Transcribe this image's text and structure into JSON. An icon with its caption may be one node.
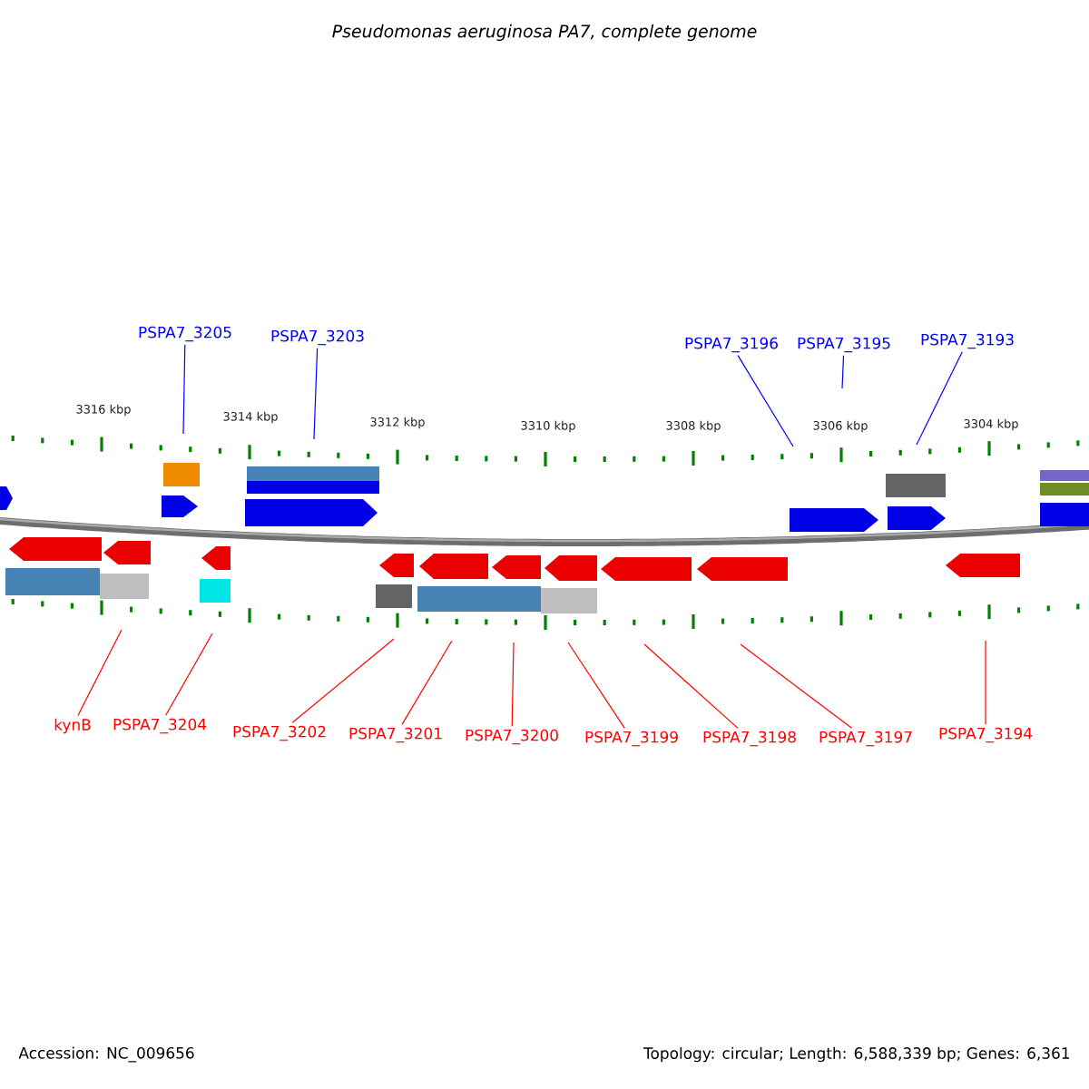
{
  "diagram": {
    "title": "Pseudomonas aeruginosa PA7, complete genome",
    "nodes": [
      {
        "text": [
          "PSPA7_3205"
        ]
      },
      {
        "text": [
          "PSPA7_3203"
        ]
      },
      {
        "text": [
          "PSPA7_3196"
        ]
      },
      {
        "text": [
          "PSPA7_3195"
        ]
      },
      {
        "text": [
          "PSPA7_3193"
        ]
      },
      {
        "text": [
          "kynB"
        ]
      },
      {
        "text": [
          "PSPA7_3204"
        ]
      },
      {
        "text": [
          "PSPA7_3202"
        ]
      },
      {
        "text": [
          "PSPA7_3201"
        ]
      },
      {
        "text": [
          "PSPA7_3200"
        ]
      },
      {
        "text": [
          "PSPA7_3199"
        ]
      },
      {
        "text": [
          "PSPA7_3198"
        ]
      },
      {
        "text": [
          "PSPA7_3197"
        ]
      },
      {
        "text": [
          "PSPA7_3194"
        ]
      }
    ],
    "edges": [
      {
        "from": null,
        "to": 0,
        "arrow": "none",
        "color": "#0000ff"
      },
      {
        "from": null,
        "to": 1,
        "arrow": "none",
        "color": "#0000ff"
      },
      {
        "from": null,
        "to": 2,
        "arrow": "none",
        "color": "#0000ff"
      },
      {
        "from": null,
        "to": 3,
        "arrow": "none",
        "color": "#0000ff"
      },
      {
        "from": null,
        "to": 4,
        "arrow": "none",
        "color": "#0000ff"
      },
      {
        "from": null,
        "to": 5,
        "arrow": "none"
      },
      {
        "from": null,
        "to": 6,
        "arrow": "none"
      },
      {
        "from": null,
        "to": 7,
        "arrow": "none"
      },
      {
        "from": null,
        "to": 8,
        "arrow": "none"
      },
      {
        "from": null,
        "to": 9,
        "arrow": "none"
      },
      {
        "from": null,
        "to": 10,
        "arrow": "none"
      },
      {
        "from": null,
        "to": 11,
        "arrow": "none"
      },
      {
        "from": null,
        "to": 12,
        "arrow": "none"
      },
      {
        "from": null,
        "to": 13,
        "arrow": "none"
      }
    ],
    "labels": [
      "3316 kbp",
      "3314 kbp",
      "3312 kbp",
      "3310 kbp",
      "3308 kbp",
      "3306 kbp",
      "3304 kbp",
      "Accession: NC_009656",
      "Topology: circular; Length: 6,588,339 bp; Genes: 6,361"
    ]
  }
}
